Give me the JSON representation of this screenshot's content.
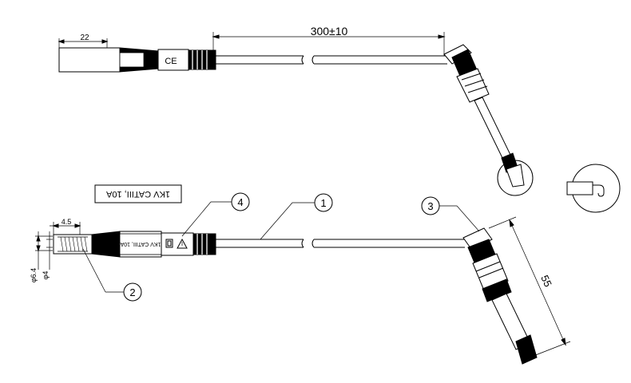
{
  "dimensions": {
    "width_22": "22",
    "length_300": "300±10",
    "tip_4_5": "4.5",
    "dia_6_4": "φ6.4",
    "dia_4": "φ4",
    "hook_55": "55"
  },
  "markings": {
    "ce": "CE",
    "label_box": "1KV CATIII, 10A",
    "body_print": "1KV CATIII, 10A"
  },
  "callouts": {
    "c1": "1",
    "c2": "2",
    "c3": "3",
    "c4": "4"
  }
}
